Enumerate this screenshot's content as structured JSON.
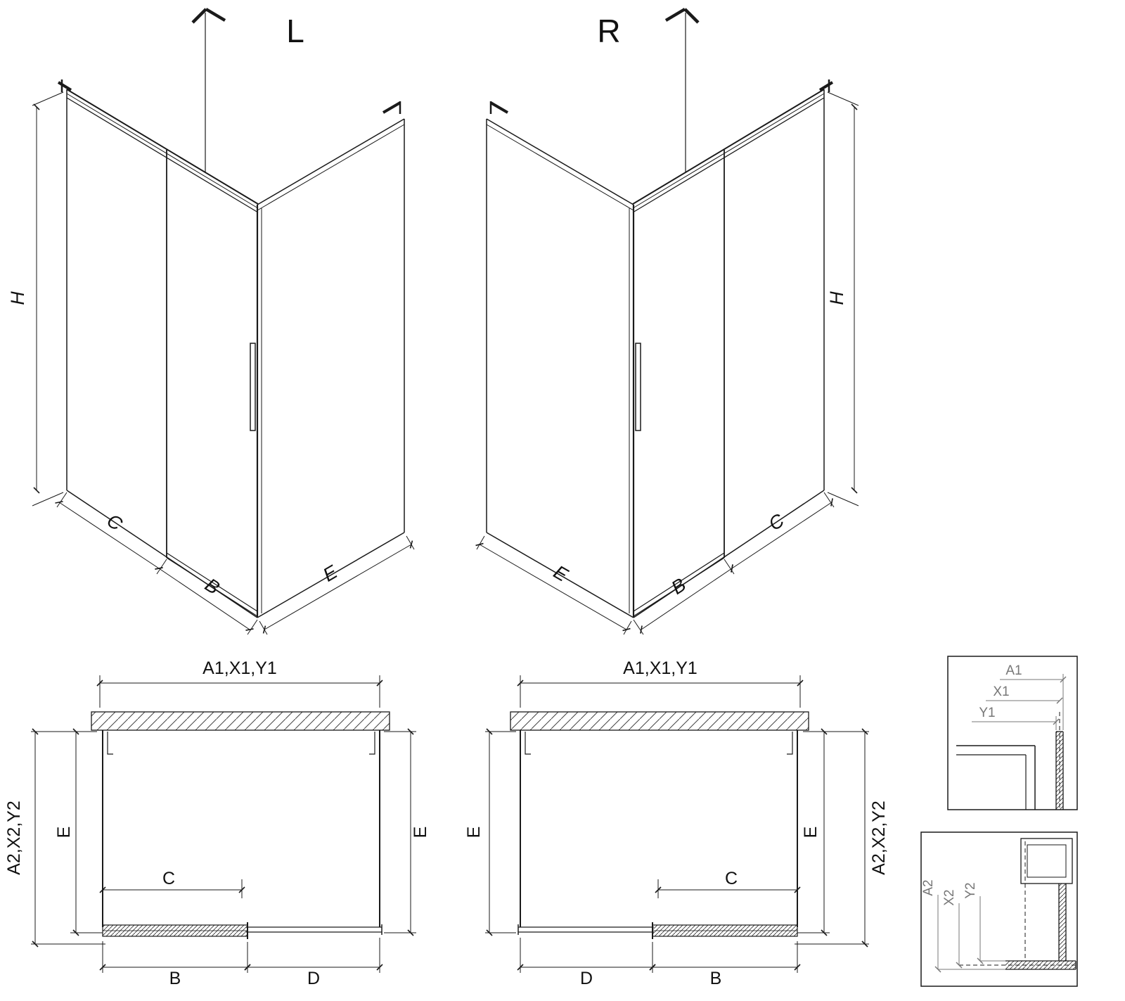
{
  "iso_left": {
    "title": "L",
    "dim_h": "H",
    "dim_c": "C",
    "dim_b": "B",
    "dim_e": "E"
  },
  "iso_right": {
    "title": "R",
    "dim_h": "H",
    "dim_c": "C",
    "dim_b": "B",
    "dim_e": "E"
  },
  "plan_left": {
    "dim_top": "A1,X1,Y1",
    "dim_outer": "A2,X2,Y2",
    "dim_e_left": "E",
    "dim_c": "C",
    "dim_b": "B",
    "dim_d": "D",
    "dim_e_right": "E"
  },
  "plan_right": {
    "dim_top": "A1,X1,Y1",
    "dim_outer": "A2,X2,Y2",
    "dim_e_left": "E",
    "dim_c": "C",
    "dim_b": "B",
    "dim_d": "D",
    "dim_e_right": "E"
  },
  "detail_top": {
    "dim_a1": "A1",
    "dim_x1": "X1",
    "dim_y1": "Y1"
  },
  "detail_bottom": {
    "dim_a2": "A2",
    "dim_x2": "X2",
    "dim_y2": "Y2"
  },
  "colors": {
    "line": "#1a1a1a",
    "dim_detail": "#777777",
    "background": "#ffffff"
  }
}
